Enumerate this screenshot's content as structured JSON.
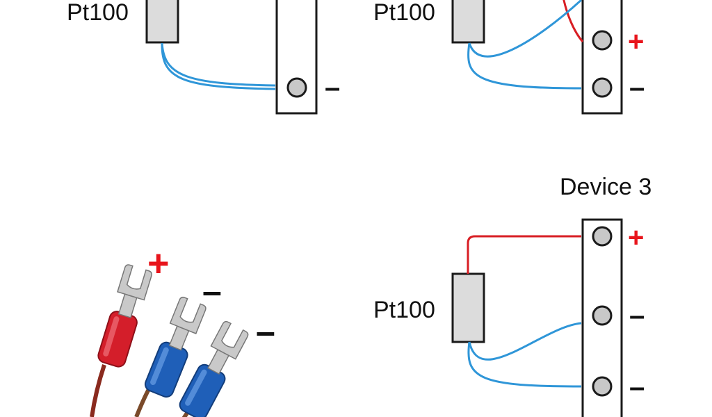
{
  "colors": {
    "background": "#ffffff",
    "outline": "#1a1a1a",
    "resistor_fill": "#dcdcdc",
    "terminal_fill": "#c8c8c8",
    "wire_blue": "#2f96d8",
    "wire_red": "#d81e24",
    "sign_red": "#e8141b",
    "sign_black": "#111111",
    "lug_red": "#d41e2a",
    "lug_blue": "#1f5fb8",
    "metal": "#c9c9c9"
  },
  "labels": {
    "pt100_a": "Pt100",
    "pt100_b": "Pt100",
    "pt100_c": "Pt100",
    "device_3": "Device 3"
  },
  "signs": {
    "plus": "+",
    "minus": "–"
  }
}
